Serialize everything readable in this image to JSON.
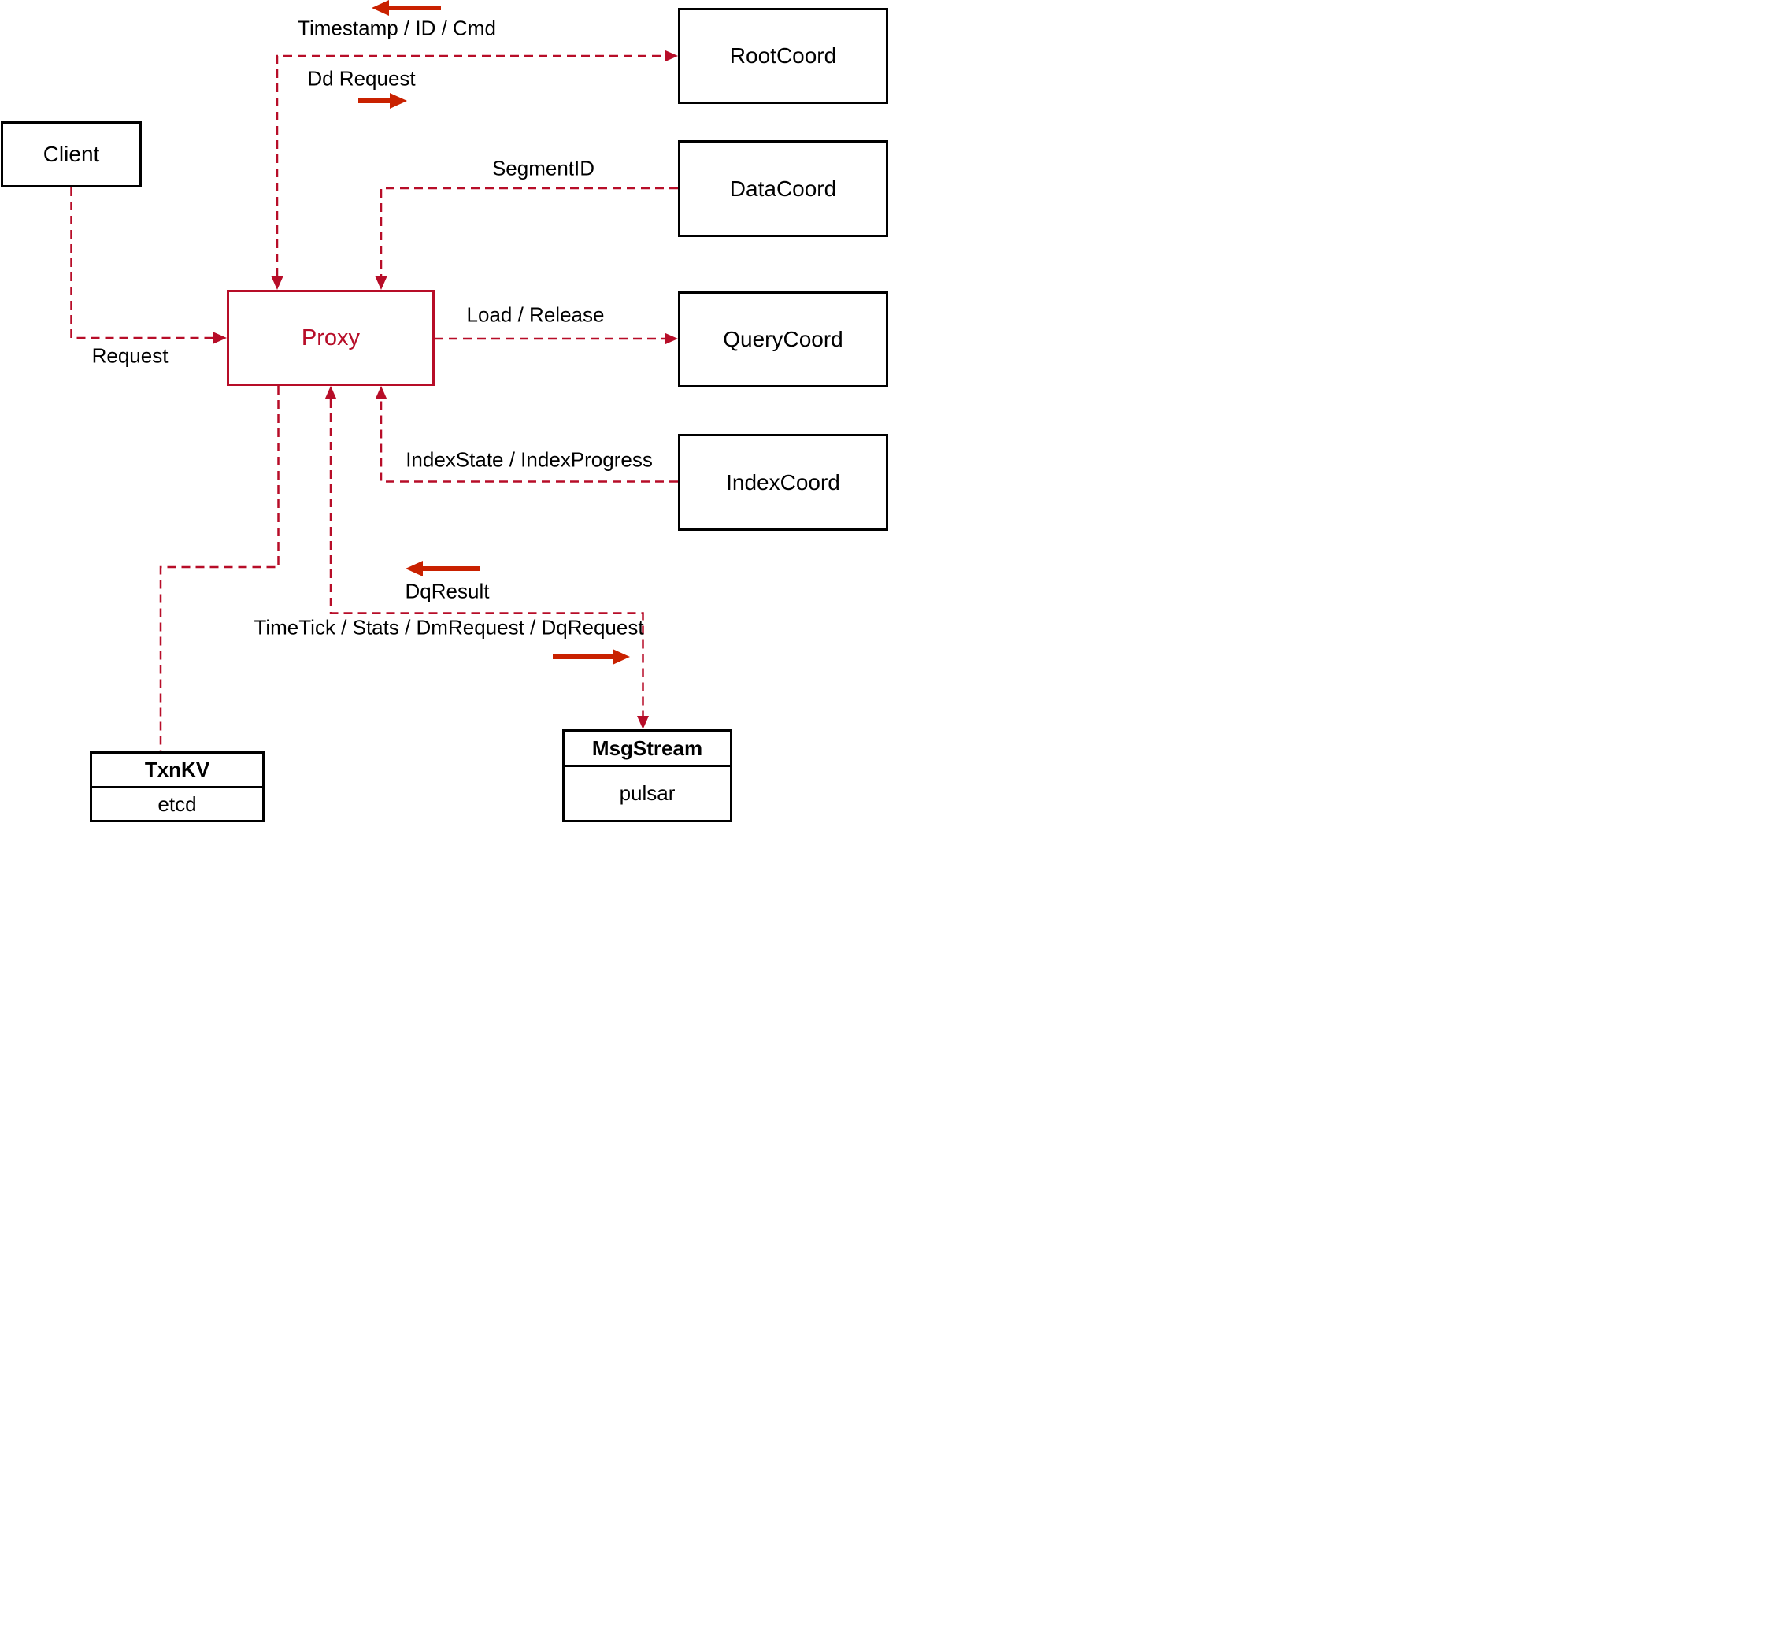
{
  "diagram": {
    "title": "Proxy interaction diagram",
    "colors": {
      "dashed_line": "#b70d28",
      "proxy_accent": "#b70d28",
      "solid_arrow": "#c92100",
      "box_border": "#000000",
      "background": "#ffffff"
    },
    "nodes": {
      "client": {
        "label": "Client"
      },
      "proxy": {
        "label": "Proxy"
      },
      "rootcoord": {
        "label": "RootCoord"
      },
      "datacoord": {
        "label": "DataCoord"
      },
      "querycoord": {
        "label": "QueryCoord"
      },
      "indexcoord": {
        "label": "IndexCoord"
      },
      "txnkv": {
        "title": "TxnKV",
        "subtitle": "etcd"
      },
      "msgstream": {
        "title": "MsgStream",
        "subtitle": "pulsar"
      }
    },
    "edge_labels": {
      "timestamp": "Timestamp / ID / Cmd",
      "dd_request": "Dd Request",
      "segment_id": "SegmentID",
      "load_release": "Load / Release",
      "index_state": "IndexState / IndexProgress",
      "request": "Request",
      "dq_result": "DqResult",
      "timetick": "TimeTick / Stats / DmRequest / DqRequest"
    }
  }
}
